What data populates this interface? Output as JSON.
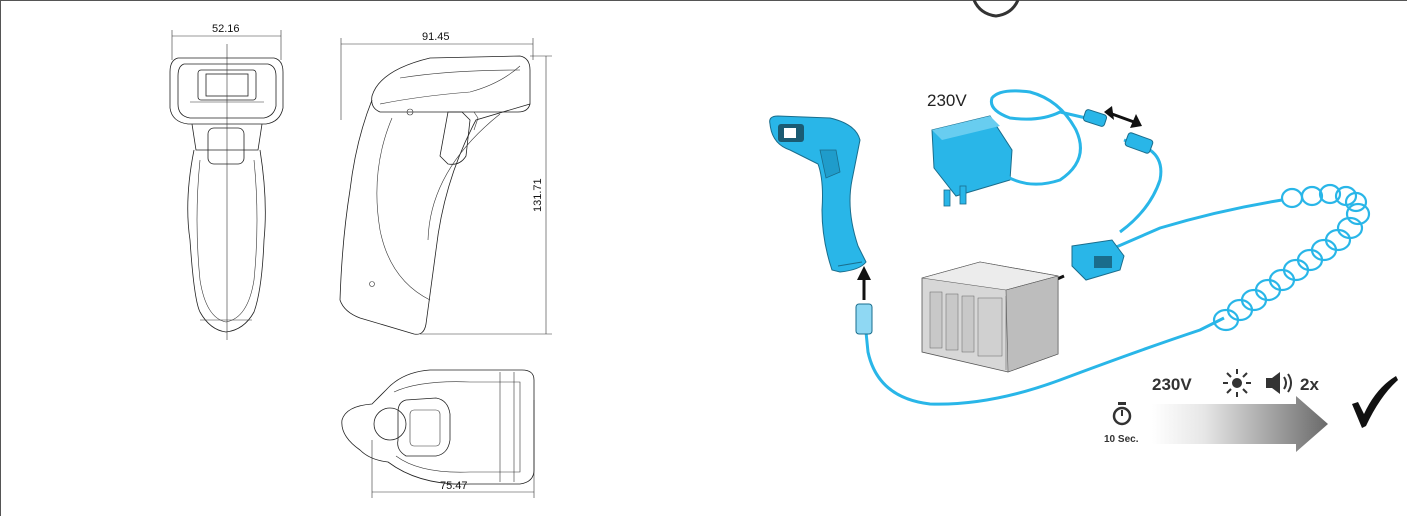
{
  "dimensions": {
    "front_width": "52.16",
    "side_length": "91.45",
    "side_height": "131.71",
    "bottom_width": "75.47"
  },
  "connection": {
    "adapter_voltage": "230V",
    "status_voltage": "230V",
    "beep_count": "2x",
    "wait_time": "10 Sec.",
    "confirm_symbol": "✓"
  },
  "colors": {
    "accent": "#29b6e8",
    "outline": "#222222",
    "case_gray": "#cfcfcf"
  },
  "icons": [
    "sun-icon",
    "speaker-icon",
    "stopwatch-icon",
    "checkmark-icon",
    "arrow-icon"
  ]
}
